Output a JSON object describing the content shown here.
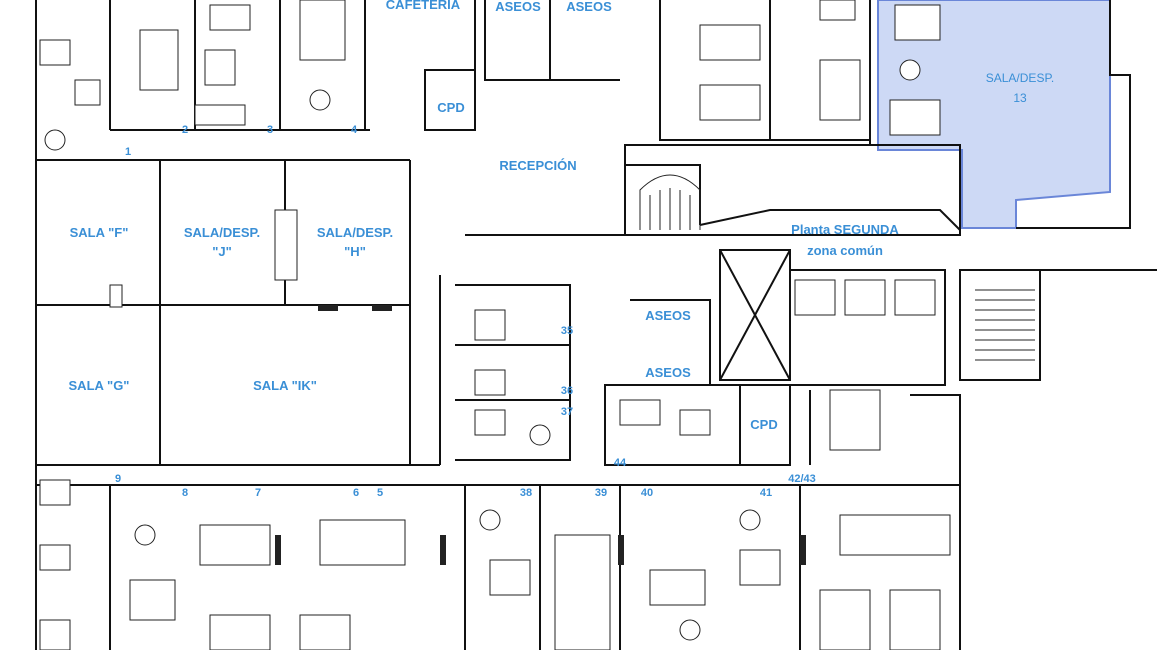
{
  "colors": {
    "label": "#3a8fd6",
    "highlight_fill": "#cdd9f5",
    "highlight_stroke": "#6a86d8",
    "wall": "#111111"
  },
  "rooms": [
    {
      "id": "cafeteria",
      "text": "CAFETERÍA"
    },
    {
      "id": "aseos-top-1",
      "text": "ASEOS"
    },
    {
      "id": "aseos-top-2",
      "text": "ASEOS"
    },
    {
      "id": "sala-desp-13-a",
      "text": "SALA/DESP."
    },
    {
      "id": "sala-desp-13-b",
      "text": "13"
    },
    {
      "id": "cpd-top",
      "text": "CPD"
    },
    {
      "id": "recepcion",
      "text": "RECEPCIÓN"
    },
    {
      "id": "planta-a",
      "text": "Planta SEGUNDA"
    },
    {
      "id": "planta-b",
      "text": "zona común"
    },
    {
      "id": "sala-f",
      "text": "SALA \"F\""
    },
    {
      "id": "sala-j-a",
      "text": "SALA/DESP."
    },
    {
      "id": "sala-j-b",
      "text": "\"J\""
    },
    {
      "id": "sala-h-a",
      "text": "SALA/DESP."
    },
    {
      "id": "sala-h-b",
      "text": "\"H\""
    },
    {
      "id": "aseos-mid-1",
      "text": "ASEOS"
    },
    {
      "id": "aseos-mid-2",
      "text": "ASEOS"
    },
    {
      "id": "sala-g",
      "text": "SALA \"G\""
    },
    {
      "id": "sala-ik",
      "text": "SALA \"IK\""
    },
    {
      "id": "cpd-mid",
      "text": "CPD"
    }
  ],
  "door_numbers": [
    "1",
    "2",
    "3",
    "4",
    "35",
    "36",
    "37",
    "44",
    "9",
    "8",
    "7",
    "6",
    "5",
    "38",
    "39",
    "40",
    "41",
    "42/43"
  ]
}
